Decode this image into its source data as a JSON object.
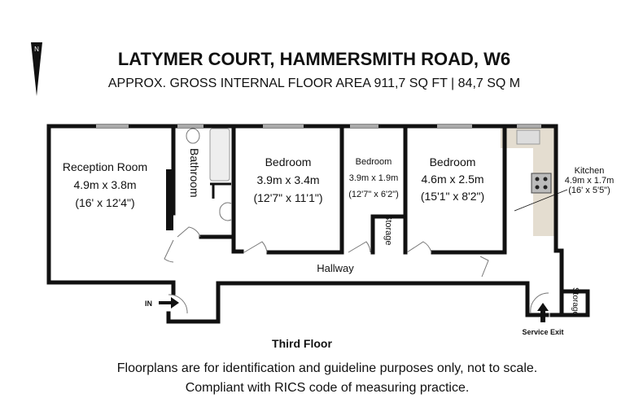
{
  "header": {
    "compass_label": "N",
    "title": "LATYMER COURT, HAMMERSMITH ROAD, W6",
    "subtitle": "APPROX. GROSS INTERNAL FLOOR AREA 911,7 SQ FT | 84,7 SQ M"
  },
  "rooms": {
    "reception": {
      "name": "Reception Room",
      "metric": "4.9m x 3.8m",
      "imperial": "(16' x 12'4\")"
    },
    "bathroom": {
      "name": "Bathroom"
    },
    "bedroom1": {
      "name": "Bedroom",
      "metric": "3.9m x 3.4m",
      "imperial": "(12'7\" x 11'1\")"
    },
    "bedroom2": {
      "name": "Bedroom",
      "metric": "3.9m x 1.9m",
      "imperial": "(12'7\" x 6'2\")"
    },
    "bedroom3": {
      "name": "Bedroom",
      "metric": "4.6m x 2.5m",
      "imperial": "(15'1\" x 8'2\")"
    },
    "kitchen": {
      "name": "Kitchen",
      "metric": "4.9m x 1.7m",
      "imperial": "(16' x 5'5\")"
    },
    "storage1": {
      "name": "Storage"
    },
    "storage2": {
      "name": "Storage"
    },
    "hallway": {
      "name": "Hallway"
    }
  },
  "markers": {
    "entrance": "IN",
    "service_exit": "Service Exit"
  },
  "floor_label": "Third Floor",
  "footer": {
    "line1": "Floorplans are for identification and guideline purposes only, not to scale.",
    "line2": "Compliant with RICS code of measuring practice."
  },
  "colors": {
    "wall": "#111111",
    "counter": "#e4ddd0",
    "window": "#aaaaaa"
  }
}
